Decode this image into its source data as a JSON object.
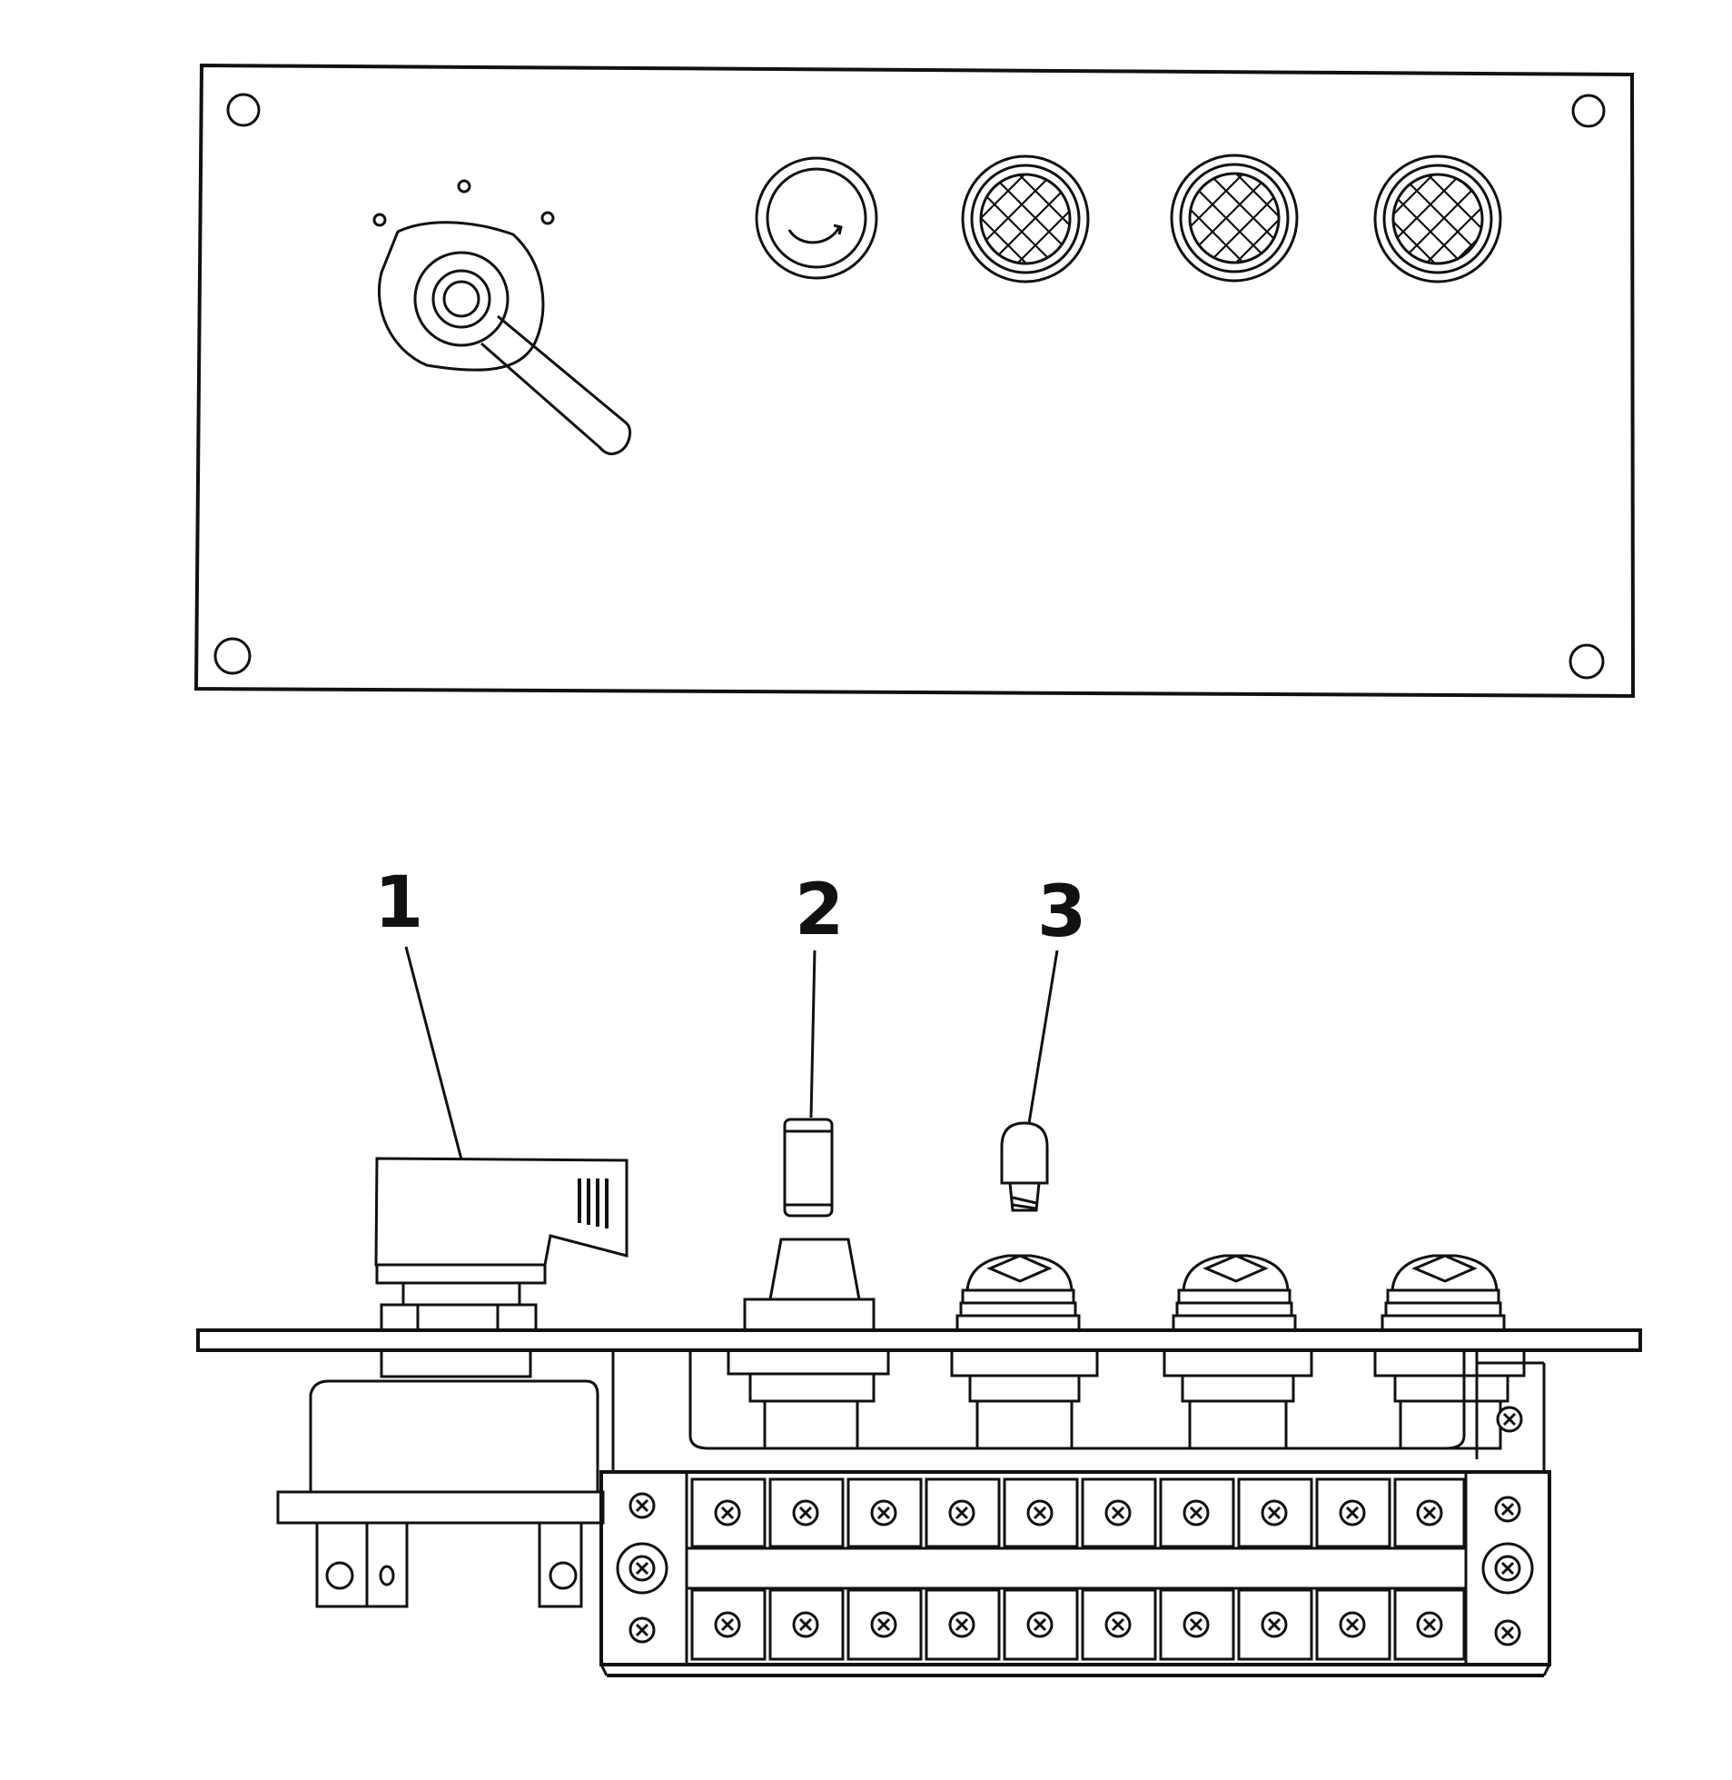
{
  "callouts": [
    {
      "number": "1"
    },
    {
      "number": "2"
    },
    {
      "number": "3"
    }
  ],
  "colors": {
    "line": "#111111",
    "background": "#ffffff"
  },
  "views": {
    "front_panel": {
      "indicator_lamp_count": 3,
      "pilot_light_count": 1
    },
    "side_view": {
      "terminal_block_positions": 10,
      "terminal_block_rows": 2
    }
  }
}
